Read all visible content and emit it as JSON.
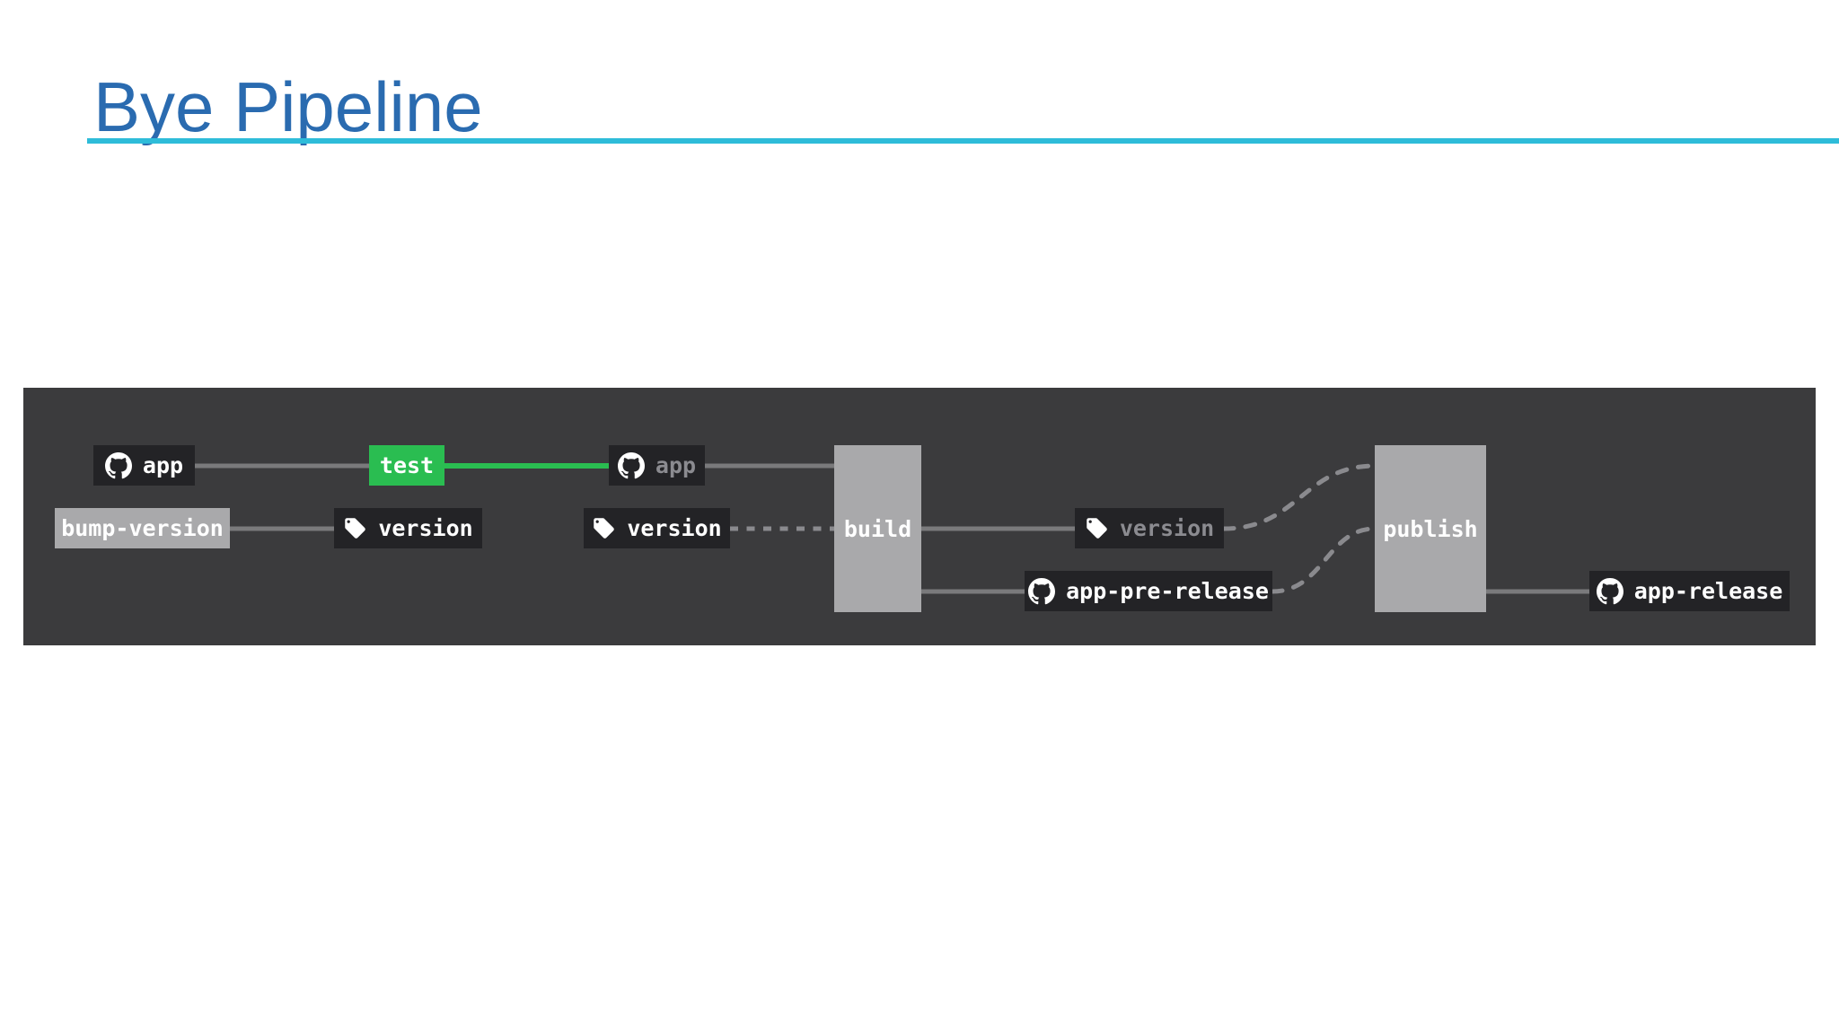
{
  "page": {
    "title": "Bye Pipeline"
  },
  "colors": {
    "title_blue": "#2a6bb0",
    "underline_cyan": "#2ebcd9",
    "band_background": "#3b3b3d",
    "node_dark": "#232326",
    "node_light_gray": "#a9a9ab",
    "accent_green": "#2abd51",
    "connector_solid": "#7a7a7c",
    "connector_dashed": "#8a8a8e",
    "text_white": "#ffffff",
    "text_muted": "#8b8b90",
    "page_background": "#ffffff"
  },
  "pipeline": {
    "nodes": [
      {
        "id": "app-1",
        "label": "app",
        "icon": "github-icon",
        "style": "dark",
        "muted": false
      },
      {
        "id": "test",
        "label": "test",
        "icon": null,
        "style": "green",
        "muted": false
      },
      {
        "id": "app-2",
        "label": "app",
        "icon": "github-icon",
        "style": "dark",
        "muted": true
      },
      {
        "id": "bump-version",
        "label": "bump-version",
        "icon": null,
        "style": "light",
        "muted": false
      },
      {
        "id": "version-1",
        "label": "version",
        "icon": "tag-icon",
        "style": "dark",
        "muted": false
      },
      {
        "id": "version-2",
        "label": "version",
        "icon": "tag-icon",
        "style": "dark",
        "muted": false
      },
      {
        "id": "build",
        "label": "build",
        "icon": null,
        "style": "light",
        "muted": false
      },
      {
        "id": "version-3",
        "label": "version",
        "icon": "tag-icon",
        "style": "dark",
        "muted": true
      },
      {
        "id": "app-pre-release",
        "label": "app-pre-release",
        "icon": "github-icon",
        "style": "dark",
        "muted": false
      },
      {
        "id": "publish",
        "label": "publish",
        "icon": null,
        "style": "light",
        "muted": false
      },
      {
        "id": "app-release",
        "label": "app-release",
        "icon": "github-icon",
        "style": "dark",
        "muted": false
      }
    ],
    "edges": [
      {
        "from": "app-1",
        "to": "test",
        "style": "solid"
      },
      {
        "from": "test",
        "to": "app-2",
        "style": "green"
      },
      {
        "from": "app-2",
        "to": "build",
        "style": "solid"
      },
      {
        "from": "bump-version",
        "to": "version-1",
        "style": "solid"
      },
      {
        "from": "version-2",
        "to": "build",
        "style": "dashed"
      },
      {
        "from": "build",
        "to": "version-3",
        "style": "solid"
      },
      {
        "from": "build",
        "to": "app-pre-release",
        "style": "solid"
      },
      {
        "from": "version-3",
        "to": "publish",
        "style": "dashed"
      },
      {
        "from": "app-pre-release",
        "to": "publish",
        "style": "dashed"
      },
      {
        "from": "publish",
        "to": "app-release",
        "style": "solid"
      }
    ]
  }
}
